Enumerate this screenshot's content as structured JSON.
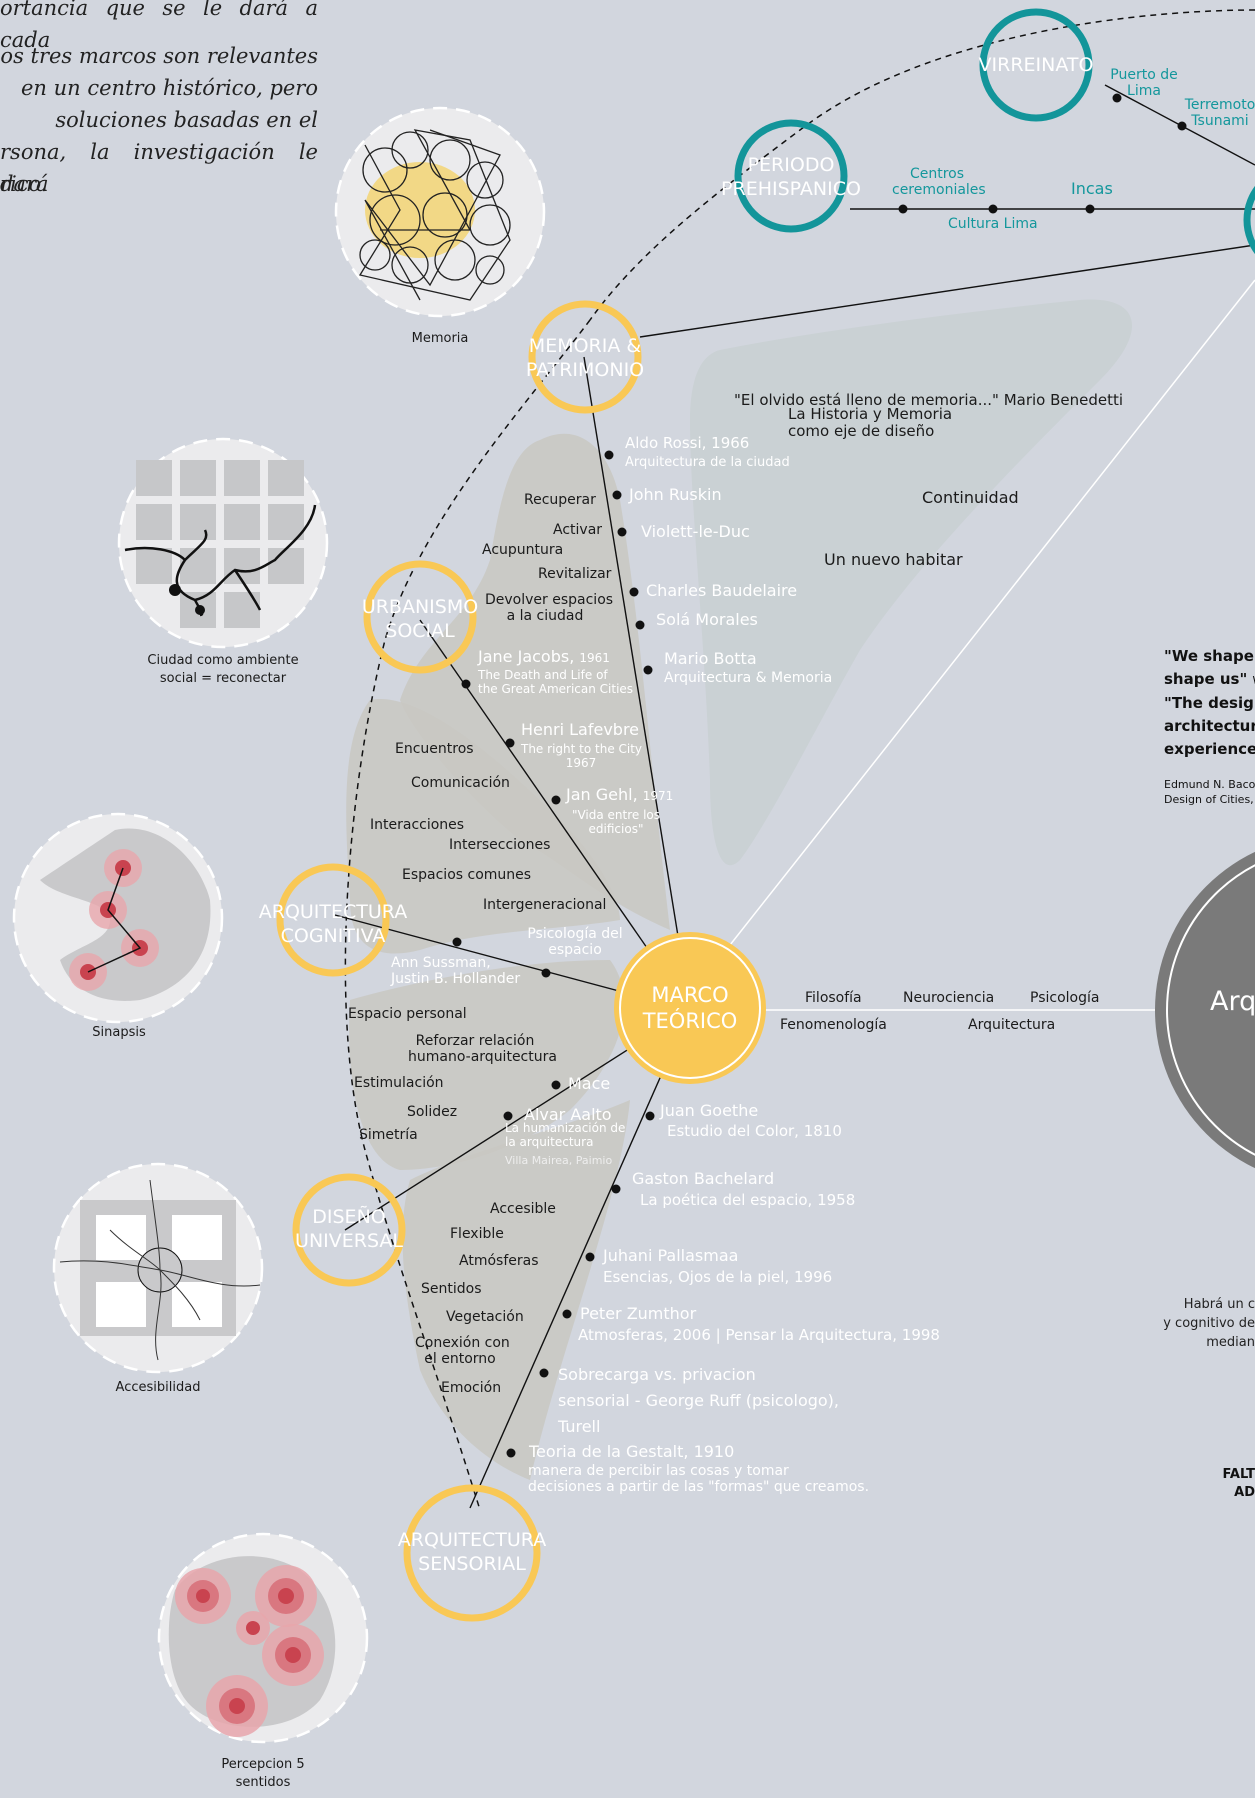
{
  "intro_text_lines": [
    "ortancia que se le dará a cada",
    "os tres marcos son relevantes",
    "en un centro histórico, pero",
    "soluciones basadas en el",
    "rsona, la investigación le dará",
    "rico."
  ],
  "nodes": {
    "marco_teorico": [
      "MARCO",
      "TEÓRICO"
    ],
    "memoria": [
      "MEMORIA &",
      "PATRIMONIO"
    ],
    "urbanismo": [
      "URBANISMO",
      "SOCIAL"
    ],
    "cognitiva": [
      "ARQUITECTURA",
      "COGNITIVA"
    ],
    "universal": [
      "DISEÑO",
      "UNIVERSAL"
    ],
    "sensorial": [
      "ARQUITECTURA",
      "SENSORIAL"
    ],
    "prehispanico": [
      "PERIODO",
      "PREHISPANICO"
    ],
    "virreinato": [
      "VIRREINATO"
    ],
    "right_big": "Arq"
  },
  "timeline": {
    "centros": [
      "Centros",
      "ceremoniales"
    ],
    "cultura_lima": "Cultura Lima",
    "incas": "Incas",
    "puerto": [
      "Puerto de",
      "Lima"
    ],
    "terremoto": [
      "Terremoto",
      "Tsunami"
    ]
  },
  "memoria_branch": {
    "quote": "\"El olvido está lleno de memoria...\" Mario Benedetti",
    "historia": [
      "La Historia y Memoria",
      "como eje de diseño"
    ],
    "continuidad": "Continuidad",
    "nuevo_habitar": "Un nuevo habitar",
    "aldo_name": "Aldo Rossi, 1966",
    "aldo_sub": "Arquitectura de la ciudad",
    "ruskin": "John Ruskin",
    "viollet": "Violett-le-Duc",
    "baudelaire": "Charles Baudelaire",
    "sola": "Solá Morales",
    "botta": "Mario Botta",
    "botta_sub": "Arquitectura & Memoria",
    "keywords": [
      "Recuperar",
      "Activar",
      "Acupuntura",
      "Revitalizar"
    ],
    "devolver": [
      "Devolver espacios",
      "a la ciudad"
    ]
  },
  "urbanismo_branch": {
    "jacobs": "Jane Jacobs,",
    "jacobs_year": "1961",
    "jacobs_sub": [
      "The Death and Life of",
      "the Great American Cities"
    ],
    "lefebvre": "Henri Lafevbre",
    "lefebvre_sub": [
      "The right to the City",
      "1967"
    ],
    "gehl": "Jan Gehl,",
    "gehl_year": "1971",
    "gehl_sub": [
      "\"Vida entre los",
      "edificios\""
    ],
    "keywords": [
      "Encuentros",
      "Comunicación",
      "Interacciones",
      "Intersecciones",
      "Espacios comunes",
      "Intergeneracional"
    ]
  },
  "cognitiva_branch": {
    "psicologia": [
      "Psicología del",
      "espacio"
    ],
    "sussman": [
      "Ann Sussman,",
      "Justin B. Hollander"
    ],
    "keywords": [
      "Espacio personal",
      "Estimulación",
      "Solidez",
      "Simetría"
    ],
    "reforzar": [
      "Reforzar relación",
      "humano-arquitectura"
    ],
    "mace": "Mace",
    "aalto": "Alvar Aalto",
    "aalto_sub": [
      "La humanización de",
      "la arquitectura"
    ],
    "aalto_works": "Villa Mairea, Paimio"
  },
  "sensorial_branch": {
    "goethe": "Juan Goethe",
    "goethe_sub": "Estudio del Color, 1810",
    "bachelard": "Gaston Bachelard",
    "bachelard_sub": "La poética del espacio, 1958",
    "pallasmaa": "Juhani Pallasmaa",
    "pallasmaa_sub": "Esencias, Ojos de la piel, 1996",
    "zumthor": "Peter Zumthor",
    "zumthor_sub": "Atmosferas, 2006 | Pensar la Arquitectura, 1998",
    "ruff": [
      "Sobrecarga vs. privacion",
      "sensorial - George Ruff (psicologo),",
      "Turell"
    ],
    "gestalt": "Teoria de la Gestalt, 1910",
    "gestalt_sub": [
      "manera de percibir las cosas y tomar",
      "decisiones a partir de las \"formas\" que creamos."
    ],
    "keywords": [
      "Accesible",
      "Flexible",
      "Atmósferas",
      "Sentidos",
      "Vegetación",
      "Emoción"
    ],
    "conexion": [
      "Conexión con",
      "el entorno"
    ]
  },
  "disciplines": [
    "Filosofía",
    "Neurociencia",
    "Psicología",
    "Fenomenología",
    "Arquitectura"
  ],
  "icons": {
    "memoria": "Memoria",
    "ciudad": [
      "Ciudad como ambiente",
      "social = reconectar"
    ],
    "sinapsis": "Sinapsis",
    "accesibilidad": "Accesibilidad",
    "percepcion": [
      "Percepcion 5",
      "sentidos"
    ]
  },
  "right_panel": {
    "q1": [
      "\"We shape o",
      "shape us\""
    ],
    "q1_attr": "Wi",
    "q2": [
      "\"The designe",
      "architectura",
      "experience, t"
    ],
    "bacon": [
      "Edmund N. Bacon",
      "Design of Cities, I"
    ],
    "habra": [
      "Habrá un c",
      "y cognitivo de",
      "median"
    ],
    "falt": [
      "FALT",
      "AD"
    ]
  },
  "colors": {
    "background": "#d2d6de",
    "yellow": "#f9c855",
    "teal": "#13959a",
    "grey_node": "#7a7a7a",
    "blob": "#c9c8c2"
  }
}
